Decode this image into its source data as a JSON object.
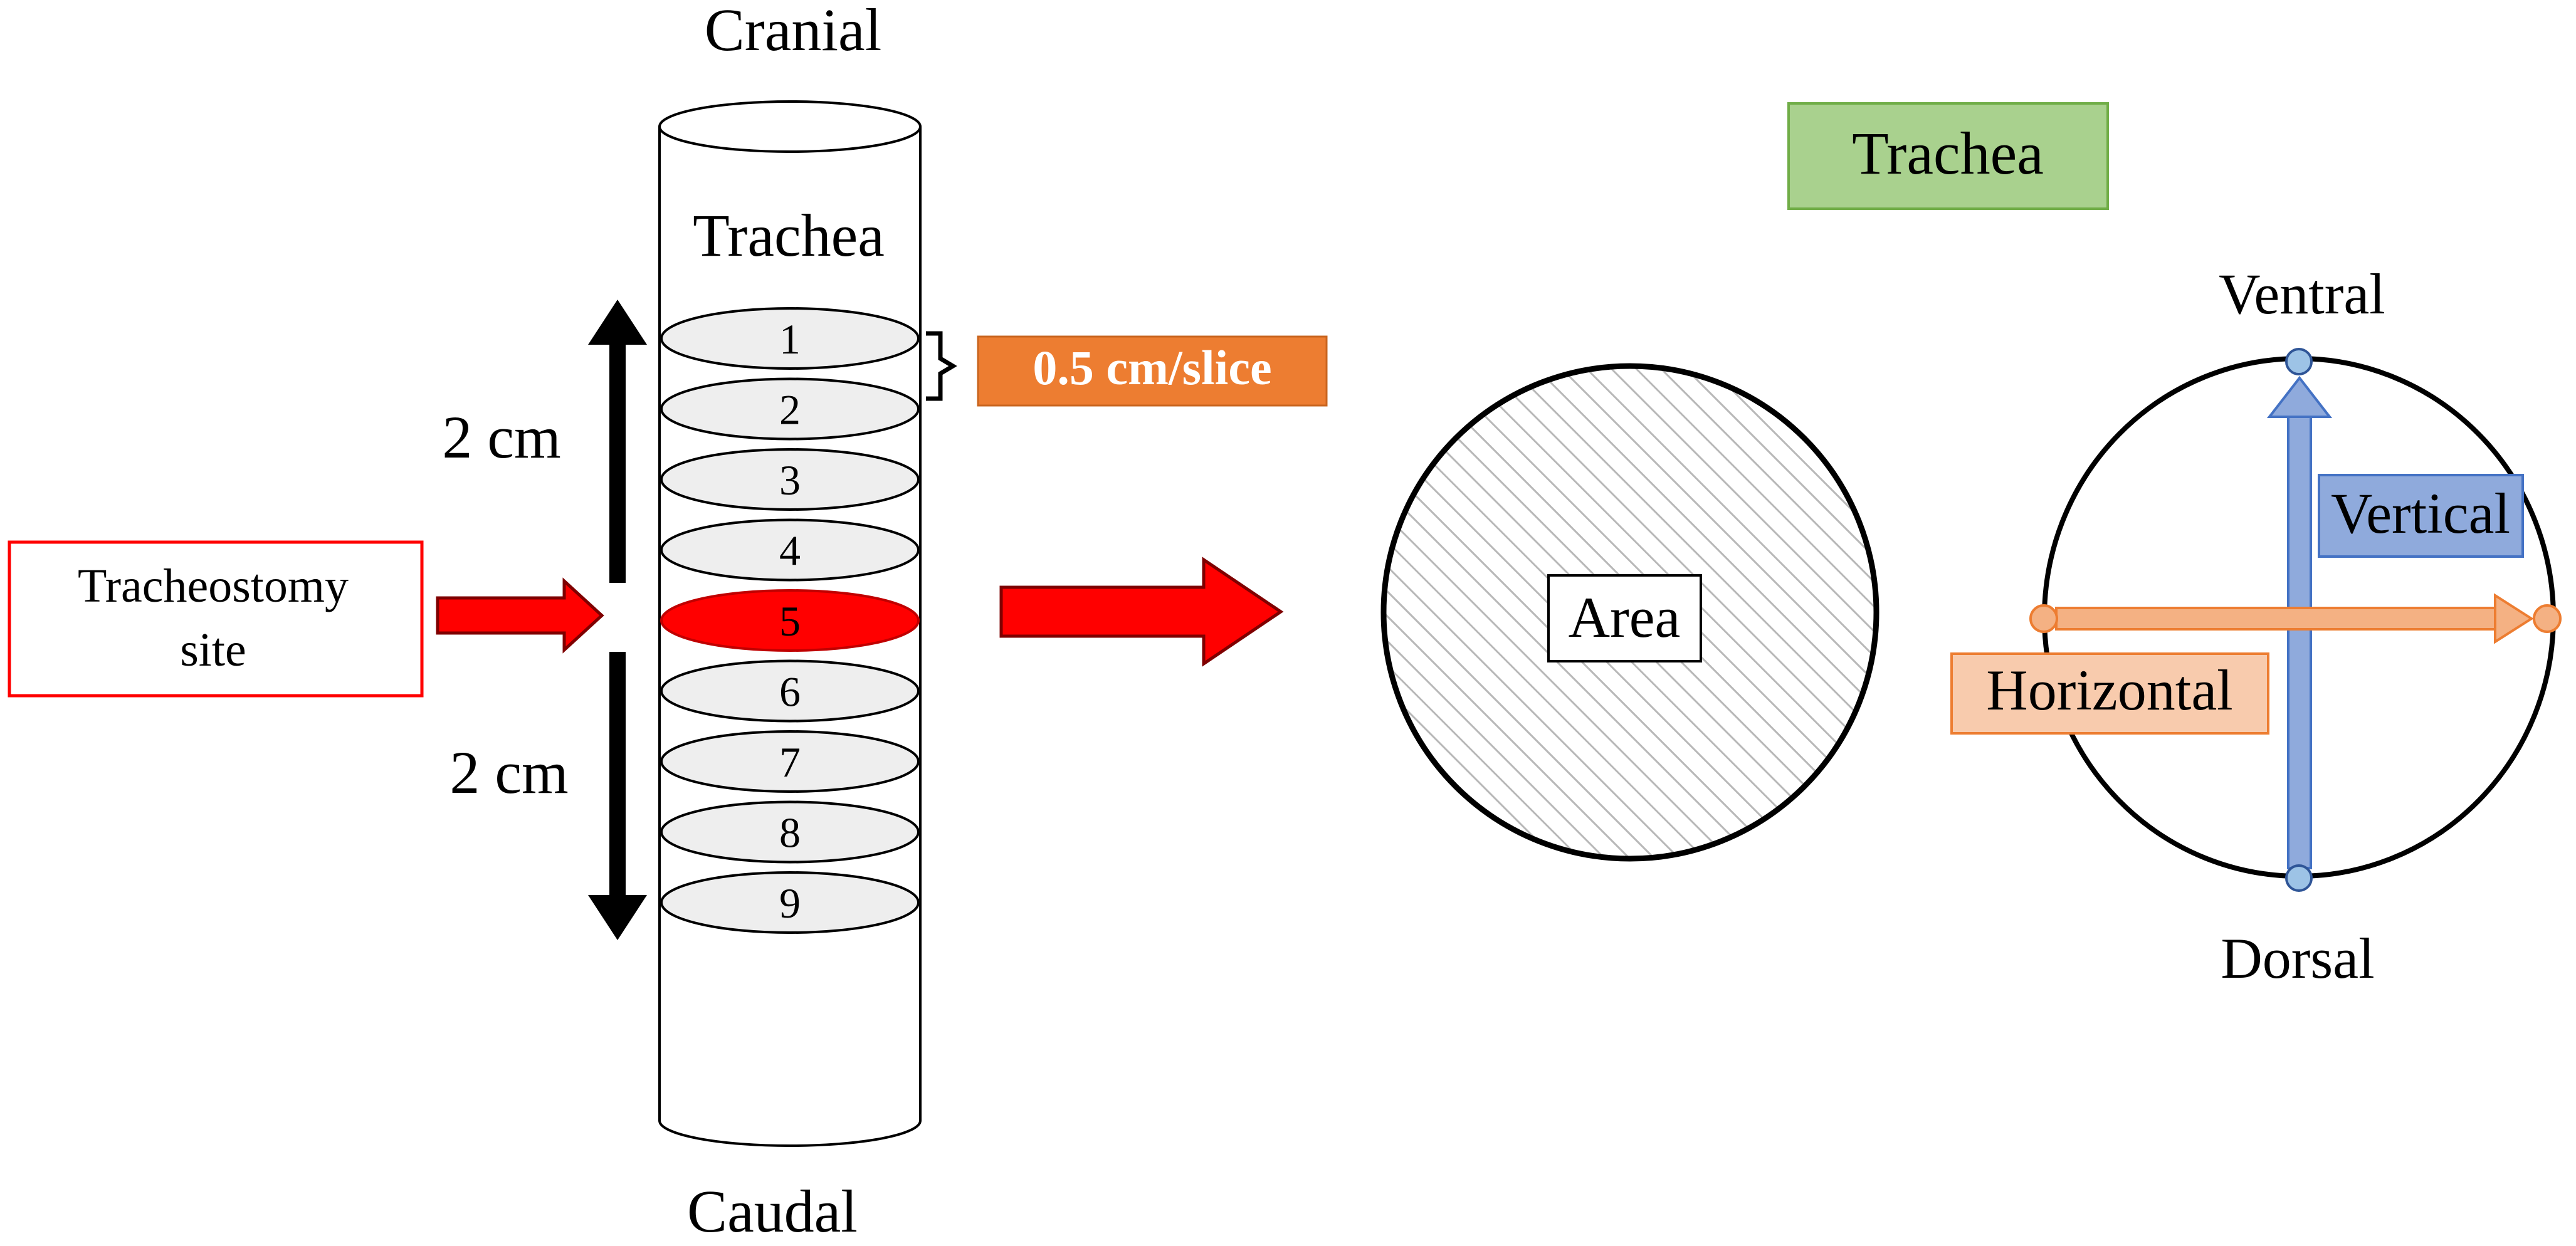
{
  "trachea_column": {
    "cranial_label": "Cranial",
    "caudal_label": "Caudal",
    "trachea_label": "Trachea",
    "slices": [
      "1",
      "2",
      "3",
      "4",
      "5",
      "6",
      "7",
      "8",
      "9"
    ],
    "highlighted_slice": "5"
  },
  "tracheostomy_box": {
    "line1": "Tracheostomy",
    "line2": "site"
  },
  "measurements": {
    "upper_span": "2 cm",
    "lower_span": "2 cm",
    "slice_thickness": "0.5 cm/slice"
  },
  "area_panel": {
    "label": "Area"
  },
  "axes_panel": {
    "title": "Trachea",
    "ventral": "Ventral",
    "dorsal": "Dorsal",
    "vertical": "Vertical",
    "horizontal": "Horizontal"
  },
  "colors": {
    "highlight_red": "#ff0000",
    "orange_label": "#ed7d31",
    "green_label": "#a9d18e",
    "blue_label": "#8faadc",
    "salmon_label": "#f4b183",
    "slice_fill": "#eeeeee"
  }
}
